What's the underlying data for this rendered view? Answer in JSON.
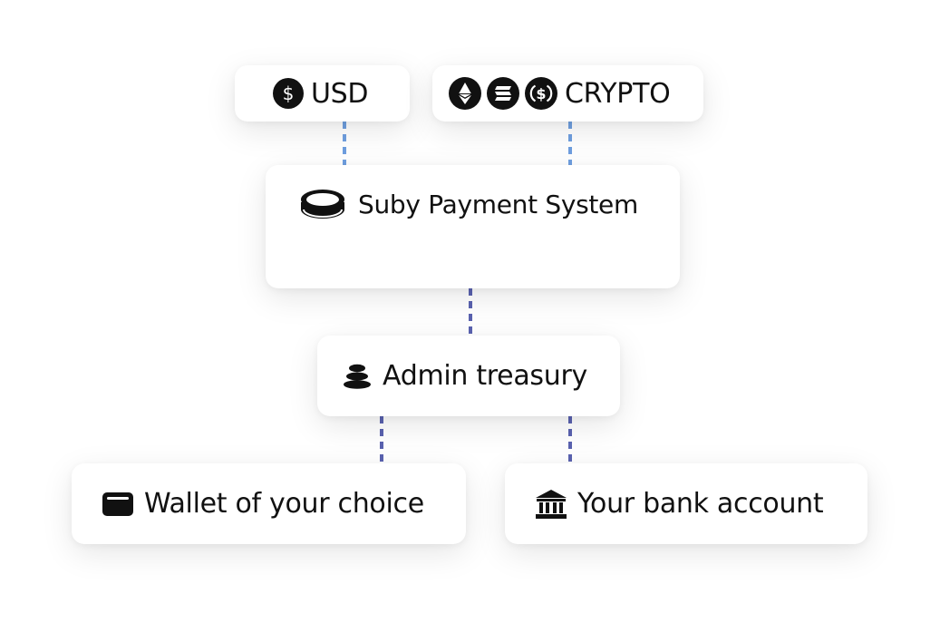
{
  "nodes": {
    "usd": {
      "label": "USD",
      "icon": "dollar-circle-icon"
    },
    "crypto": {
      "label": "CRYPTO",
      "icons": [
        "ethereum-icon",
        "solana-icon",
        "usdc-icon"
      ]
    },
    "payment_system": {
      "label": "Suby Payment System",
      "icon": "coin-stack-icon"
    },
    "admin_treasury": {
      "label": "Admin treasury",
      "icon": "stacked-coins-icon"
    },
    "wallet": {
      "label": "Wallet of your choice",
      "icon": "wallet-icon"
    },
    "bank": {
      "label": "Your bank account",
      "icon": "bank-icon"
    }
  },
  "colors": {
    "connector_top": "#6f9fe0",
    "connector_bottom": "#5a62b0",
    "card_background": "#ffffff",
    "text": "#111111"
  }
}
